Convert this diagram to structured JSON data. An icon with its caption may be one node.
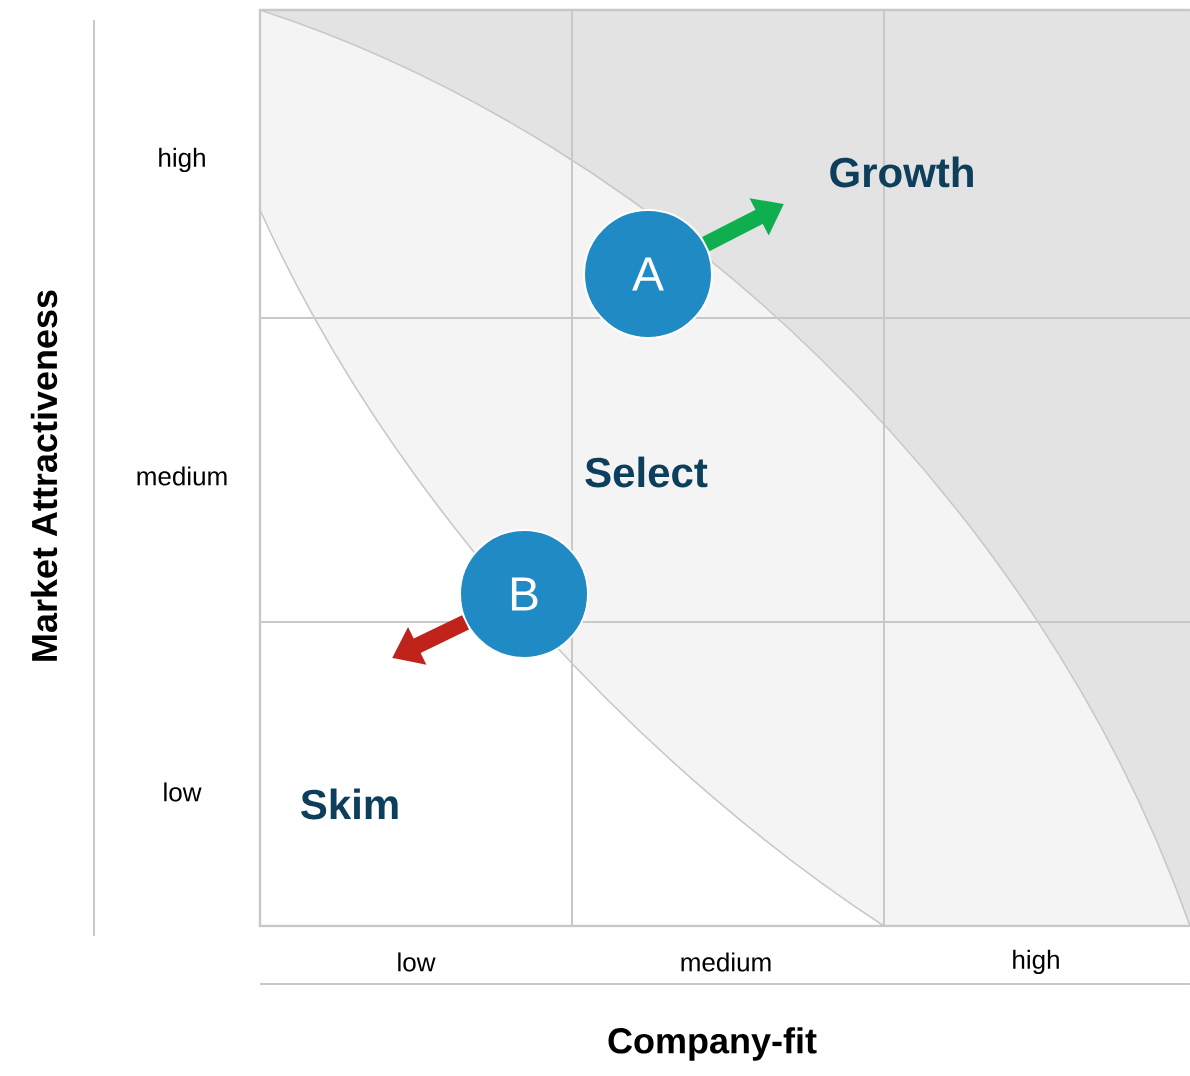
{
  "diagram": {
    "nodes": [
      {
        "text": [
          "A"
        ]
      },
      {
        "text": [
          "B"
        ]
      }
    ],
    "edges": [
      {
        "from": 0,
        "to": null,
        "arrow": "to",
        "color": "#0fae4f"
      },
      {
        "from": 1,
        "to": null,
        "arrow": "to",
        "color": "#c0231a"
      }
    ],
    "labels": [
      "high",
      "Growth",
      "Select",
      "medium",
      "low",
      "Skim",
      "low",
      "medium",
      "high",
      "Market Attractiveness",
      "Company-fit"
    ]
  }
}
